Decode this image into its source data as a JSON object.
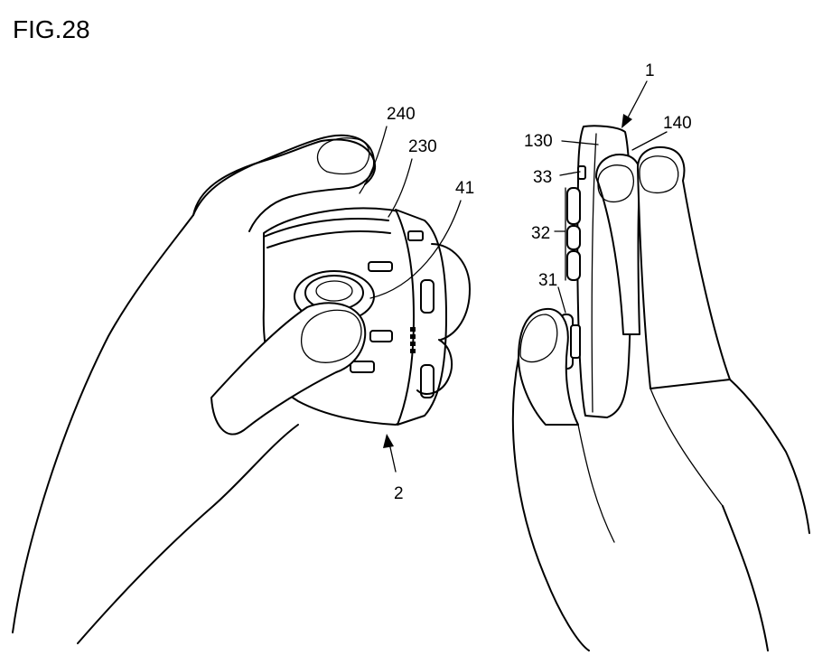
{
  "figure": {
    "title": "FIG.28"
  },
  "labels": {
    "r1": "1",
    "r2": "2",
    "r31": "31",
    "r32": "32",
    "r33": "33",
    "r41": "41",
    "r130": "130",
    "r140": "140",
    "r230": "230",
    "r240": "240"
  }
}
